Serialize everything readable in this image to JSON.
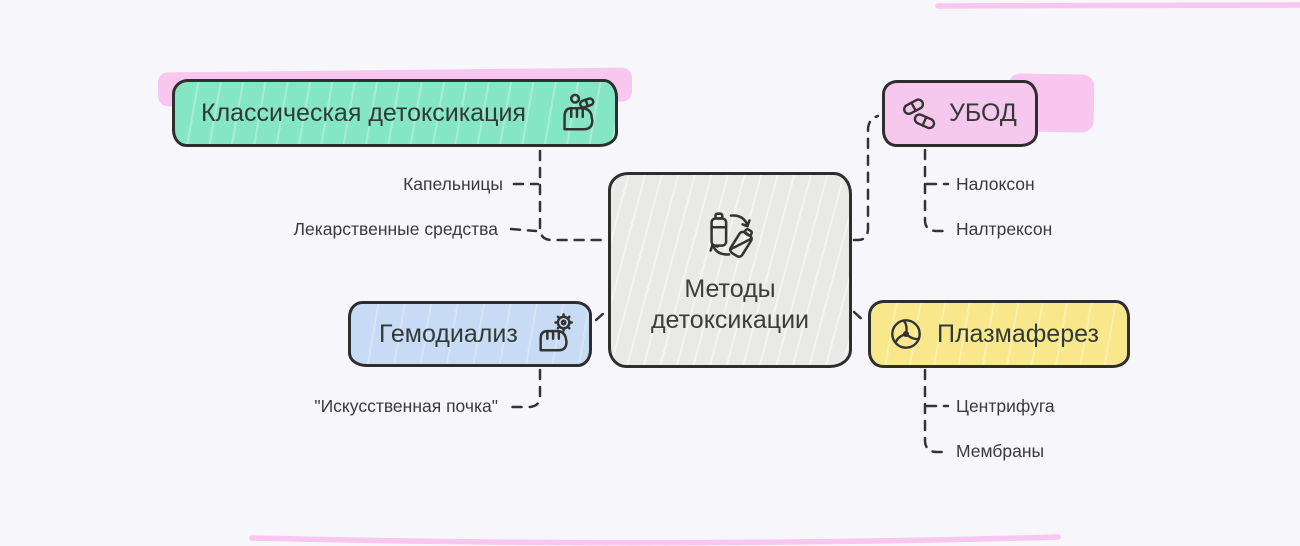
{
  "colors": {
    "bg": "#f7f7fb",
    "ink": "#333333",
    "border": "#2e2e2e",
    "green": "#85e6c5",
    "blue": "#c7dcf4",
    "pink": "#f6c8ee",
    "yellow": "#f9e88b",
    "grey": "#e9e9e7",
    "accentPink": "#f8c6ee"
  },
  "diagram": {
    "center": {
      "title": "Методы\nдетоксикации",
      "icon": "battery-recycle-icon"
    },
    "nodes": [
      {
        "id": "classic-detox",
        "label": "Классическая детоксикация",
        "icon": "hand-pills-icon",
        "color": "#85e6c5",
        "children": [
          "Капельницы",
          "Лекарственные средства"
        ]
      },
      {
        "id": "hemodialysis",
        "label": "Гемодиализ",
        "icon": "hand-gear-icon",
        "color": "#c7dcf4",
        "children": [
          "\"Искусственная почка\""
        ]
      },
      {
        "id": "ubod",
        "label": "УБОД",
        "icon": "pills-icon",
        "color": "#f6c8ee",
        "children": [
          "Налоксон",
          "Налтрексон"
        ]
      },
      {
        "id": "plasmapheresis",
        "label": "Плазмаферез",
        "icon": "centrifuge-swirl-icon",
        "color": "#f9e88b",
        "children": [
          "Центрифуга",
          "Мембраны"
        ]
      }
    ]
  }
}
